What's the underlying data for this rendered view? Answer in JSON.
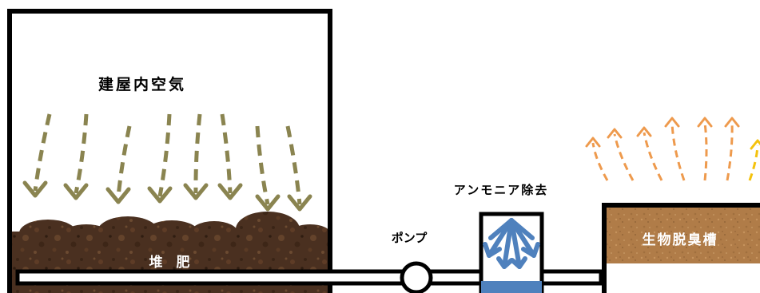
{
  "labels": {
    "building_air": "建屋内空気",
    "compost": "堆　肥",
    "pump": "ポンプ",
    "ammonia_removal": "アンモニア除去",
    "biofilter": "生物脱臭槽"
  },
  "colors": {
    "outline": "#000000",
    "air_arrow": "#8a8450",
    "odor_arrow": "#ee9a4d",
    "yellow_arrow": "#f4c20d",
    "water_blue": "#4f81bd",
    "compost_dark": "#4a3020",
    "biofilter_tan": "#b07c48",
    "label_white": "#ffffff"
  },
  "icons": {
    "air_flow": "dashed-down-arrow-icon",
    "odor_flow": "dashed-up-arrow-icon",
    "scrubber": "spray-arrows-icon",
    "pump": "pump-circle-icon"
  }
}
